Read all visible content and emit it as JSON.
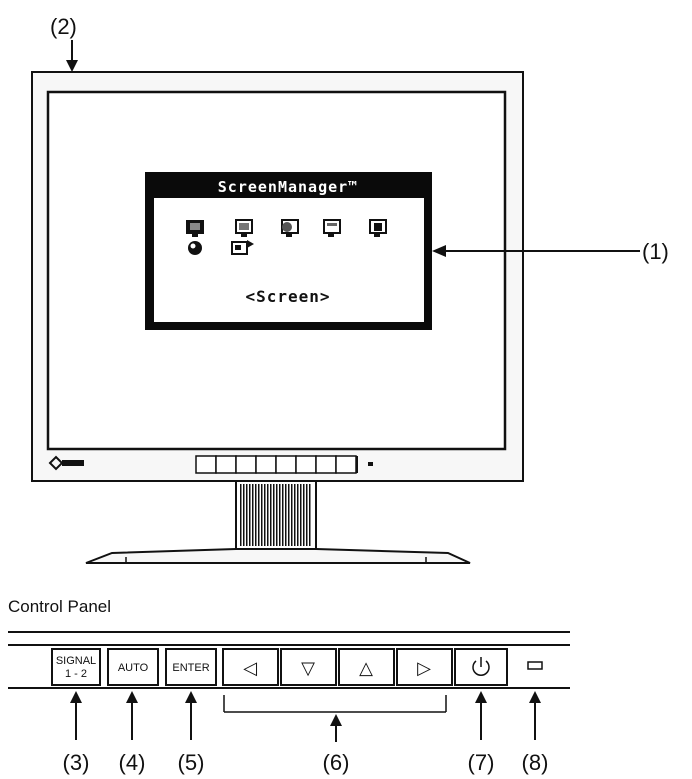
{
  "callouts": {
    "c1": "(1)",
    "c2": "(2)",
    "c3": "(3)",
    "c4": "(4)",
    "c5": "(5)",
    "c6": "(6)",
    "c7": "(7)",
    "c8": "(8)"
  },
  "osd": {
    "title": "ScreenManager™",
    "selected_menu": "<Screen>",
    "icons": [
      "screen-icon",
      "color-icon",
      "powermanager-icon",
      "others-icon",
      "information-icon",
      "language-icon",
      "ports-icon"
    ]
  },
  "control_panel": {
    "title": "Control Panel",
    "signal_line1": "SIGNAL",
    "signal_line2": "1 - 2",
    "auto": "AUTO",
    "enter": "ENTER",
    "left": "◁",
    "down": "▽",
    "up": "△",
    "right": "▷",
    "power": "⏻"
  },
  "colors": {
    "line": "#111111",
    "bezel": "#f4f4f4",
    "osd_bg": "#0a0a0a"
  }
}
